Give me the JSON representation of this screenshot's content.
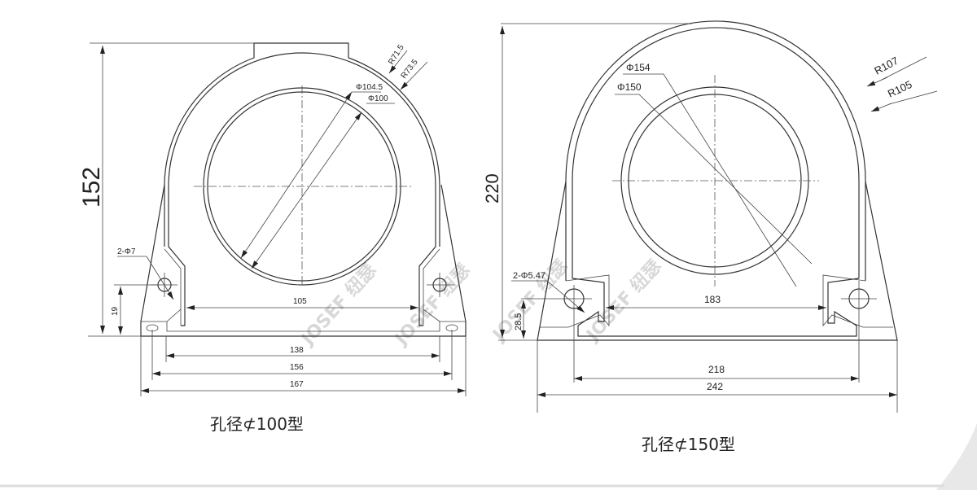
{
  "watermark": "JOSEF 纽瑟",
  "left": {
    "caption": "孔径⊄100型",
    "height": "152",
    "hole_height": "19",
    "holes": "2-Φ7",
    "r1": "R71.5",
    "r2": "R73.5",
    "d1": "Φ104.5",
    "d2": "Φ100",
    "w_inner": "105",
    "w1": "138",
    "w2": "156",
    "w3": "167"
  },
  "right": {
    "caption": "孔径⊄150型",
    "height": "220",
    "hole_height": "28.5",
    "holes": "2-Φ5.47",
    "r1": "R107",
    "r2": "R105",
    "d1": "Φ154",
    "d2": "Φ150",
    "w_inner": "183",
    "w1": "218",
    "w2": "242"
  }
}
